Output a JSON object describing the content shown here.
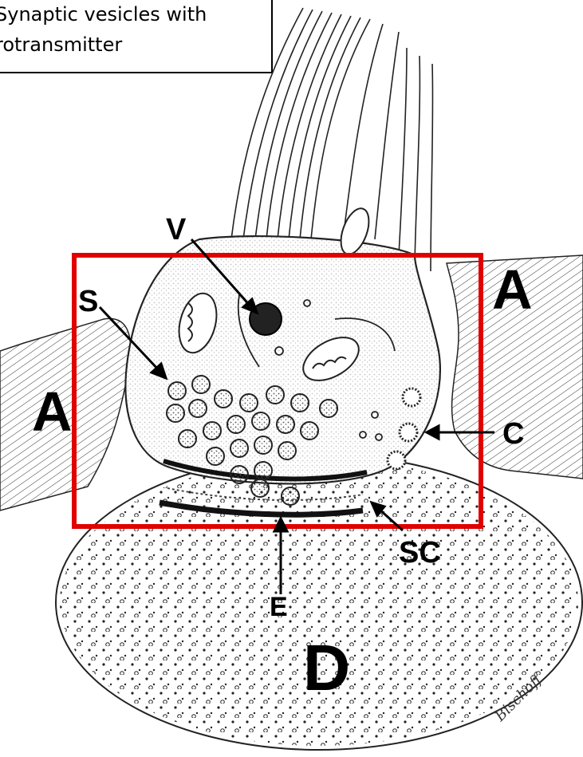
{
  "caption": {
    "line1": "Synaptic vesicles with",
    "line2": "rotransmitter"
  },
  "labels": {
    "V": "V",
    "S": "S",
    "A_right": "A",
    "A_left": "A",
    "C": "C",
    "SC": "SC",
    "E": "E",
    "D": "D"
  },
  "signature": "Bischoff",
  "highlight_color": "#e00000"
}
